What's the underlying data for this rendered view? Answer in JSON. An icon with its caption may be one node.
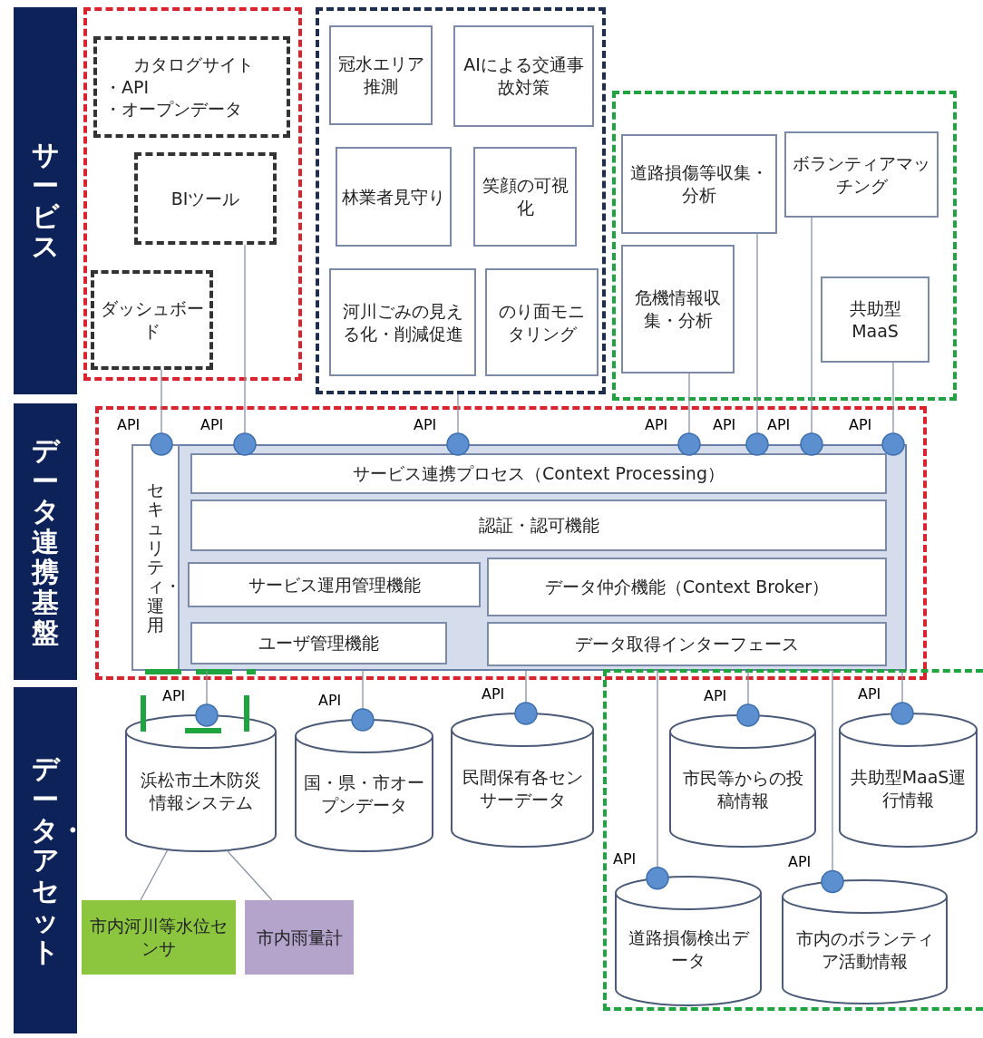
{
  "diagram": {
    "nodes": [
      {
        "text": [
          "サービス"
        ]
      },
      {
        "text": [],
        "shape": "box"
      },
      {
        "text": [
          "カタログサイト",
          "・API",
          "・オープンデータ"
        ],
        "in": 1
      },
      {
        "text": [
          "BIツール"
        ],
        "in": 1
      },
      {
        "text": [
          "ダッシュボード"
        ],
        "in": 1
      },
      {
        "text": [],
        "shape": "box"
      },
      {
        "text": [
          "冠水エリア推測"
        ],
        "in": 5
      },
      {
        "text": [
          "AIによる交通事故対策"
        ],
        "in": 5
      },
      {
        "text": [
          "林業者見守り"
        ],
        "in": 5
      },
      {
        "text": [
          "笑顔の可視化"
        ],
        "in": 5
      },
      {
        "text": [
          "河川ごみの見える化・削減促進"
        ],
        "in": 5
      },
      {
        "text": [
          "のり面モニタリング"
        ],
        "in": 5
      },
      {
        "text": [],
        "shape": "box"
      },
      {
        "text": [
          "道路損傷等収集・分析"
        ],
        "in": 12
      },
      {
        "text": [
          "ボランティアマッチング"
        ],
        "in": 12
      },
      {
        "text": [
          "危機情報収集・分析"
        ],
        "in": 12
      },
      {
        "text": [
          "共助型MaaS"
        ],
        "in": 12
      },
      {
        "text": [
          "データ連携基盤"
        ]
      },
      {
        "text": [],
        "shape": "box"
      },
      {
        "text": [],
        "shape": "box",
        "in": 18
      },
      {
        "text": [
          "セキュリティ・運用"
        ],
        "in": 19
      },
      {
        "text": [
          "サービス連携プロセス（Context Processing）"
        ],
        "in": 19
      },
      {
        "text": [
          "認証・認可機能"
        ],
        "in": 19
      },
      {
        "text": [
          "サービス運用管理機能"
        ],
        "in": 19
      },
      {
        "text": [
          "データ仲介機能（Context Broker）"
        ],
        "in": 19
      },
      {
        "text": [
          "ユーザ管理機能"
        ],
        "in": 19
      },
      {
        "text": [
          "データ取得インターフェース"
        ],
        "in": 19
      },
      {
        "text": [
          "データ・アセット"
        ]
      },
      {
        "text": [
          "浜松市土木防災情報システム"
        ]
      },
      {
        "text": [
          "国・県・市オープンデータ"
        ]
      },
      {
        "text": [
          "民間保有各センサーデータ"
        ]
      },
      {
        "text": [],
        "shape": "box"
      },
      {
        "text": [
          "市民等からの投稿情報"
        ],
        "in": 31
      },
      {
        "text": [
          "共助型MaaS運行情報"
        ],
        "in": 31
      },
      {
        "text": [
          "道路損傷検出データ"
        ],
        "in": 31
      },
      {
        "text": [
          "市内のボランティア活動情報"
        ],
        "in": 31
      },
      {
        "text": [
          "市内河川等水位センサ"
        ]
      },
      {
        "text": [
          "市内雨量計"
        ]
      }
    ],
    "edges": [
      {
        "from": 4,
        "to": 19,
        "arrow": "other",
        "label": "API"
      },
      {
        "from": 3,
        "to": 19,
        "arrow": "other",
        "label": "API"
      },
      {
        "from": 5,
        "to": 19,
        "arrow": "other",
        "label": "API"
      },
      {
        "from": 15,
        "to": 19,
        "arrow": "other",
        "label": "API"
      },
      {
        "from": 13,
        "to": 19,
        "arrow": "other",
        "label": "API"
      },
      {
        "from": 14,
        "to": 19,
        "arrow": "other",
        "label": "API"
      },
      {
        "from": 16,
        "to": 19,
        "arrow": "other",
        "label": "API"
      },
      {
        "from": 19,
        "to": 28,
        "arrow": "other",
        "label": "API"
      },
      {
        "from": 19,
        "to": 29,
        "arrow": "other",
        "label": "API"
      },
      {
        "from": 19,
        "to": 30,
        "arrow": "other",
        "label": "API"
      },
      {
        "from": 19,
        "to": 34,
        "arrow": "other",
        "label": "API"
      },
      {
        "from": 19,
        "to": 32,
        "arrow": "other",
        "label": "API"
      },
      {
        "from": 19,
        "to": 35,
        "arrow": "other",
        "label": "API"
      },
      {
        "from": 19,
        "to": 33,
        "arrow": "other",
        "label": "API"
      },
      {
        "from": 28,
        "to": 36,
        "arrow": "none"
      },
      {
        "from": 28,
        "to": 37,
        "arrow": "none"
      }
    ]
  }
}
